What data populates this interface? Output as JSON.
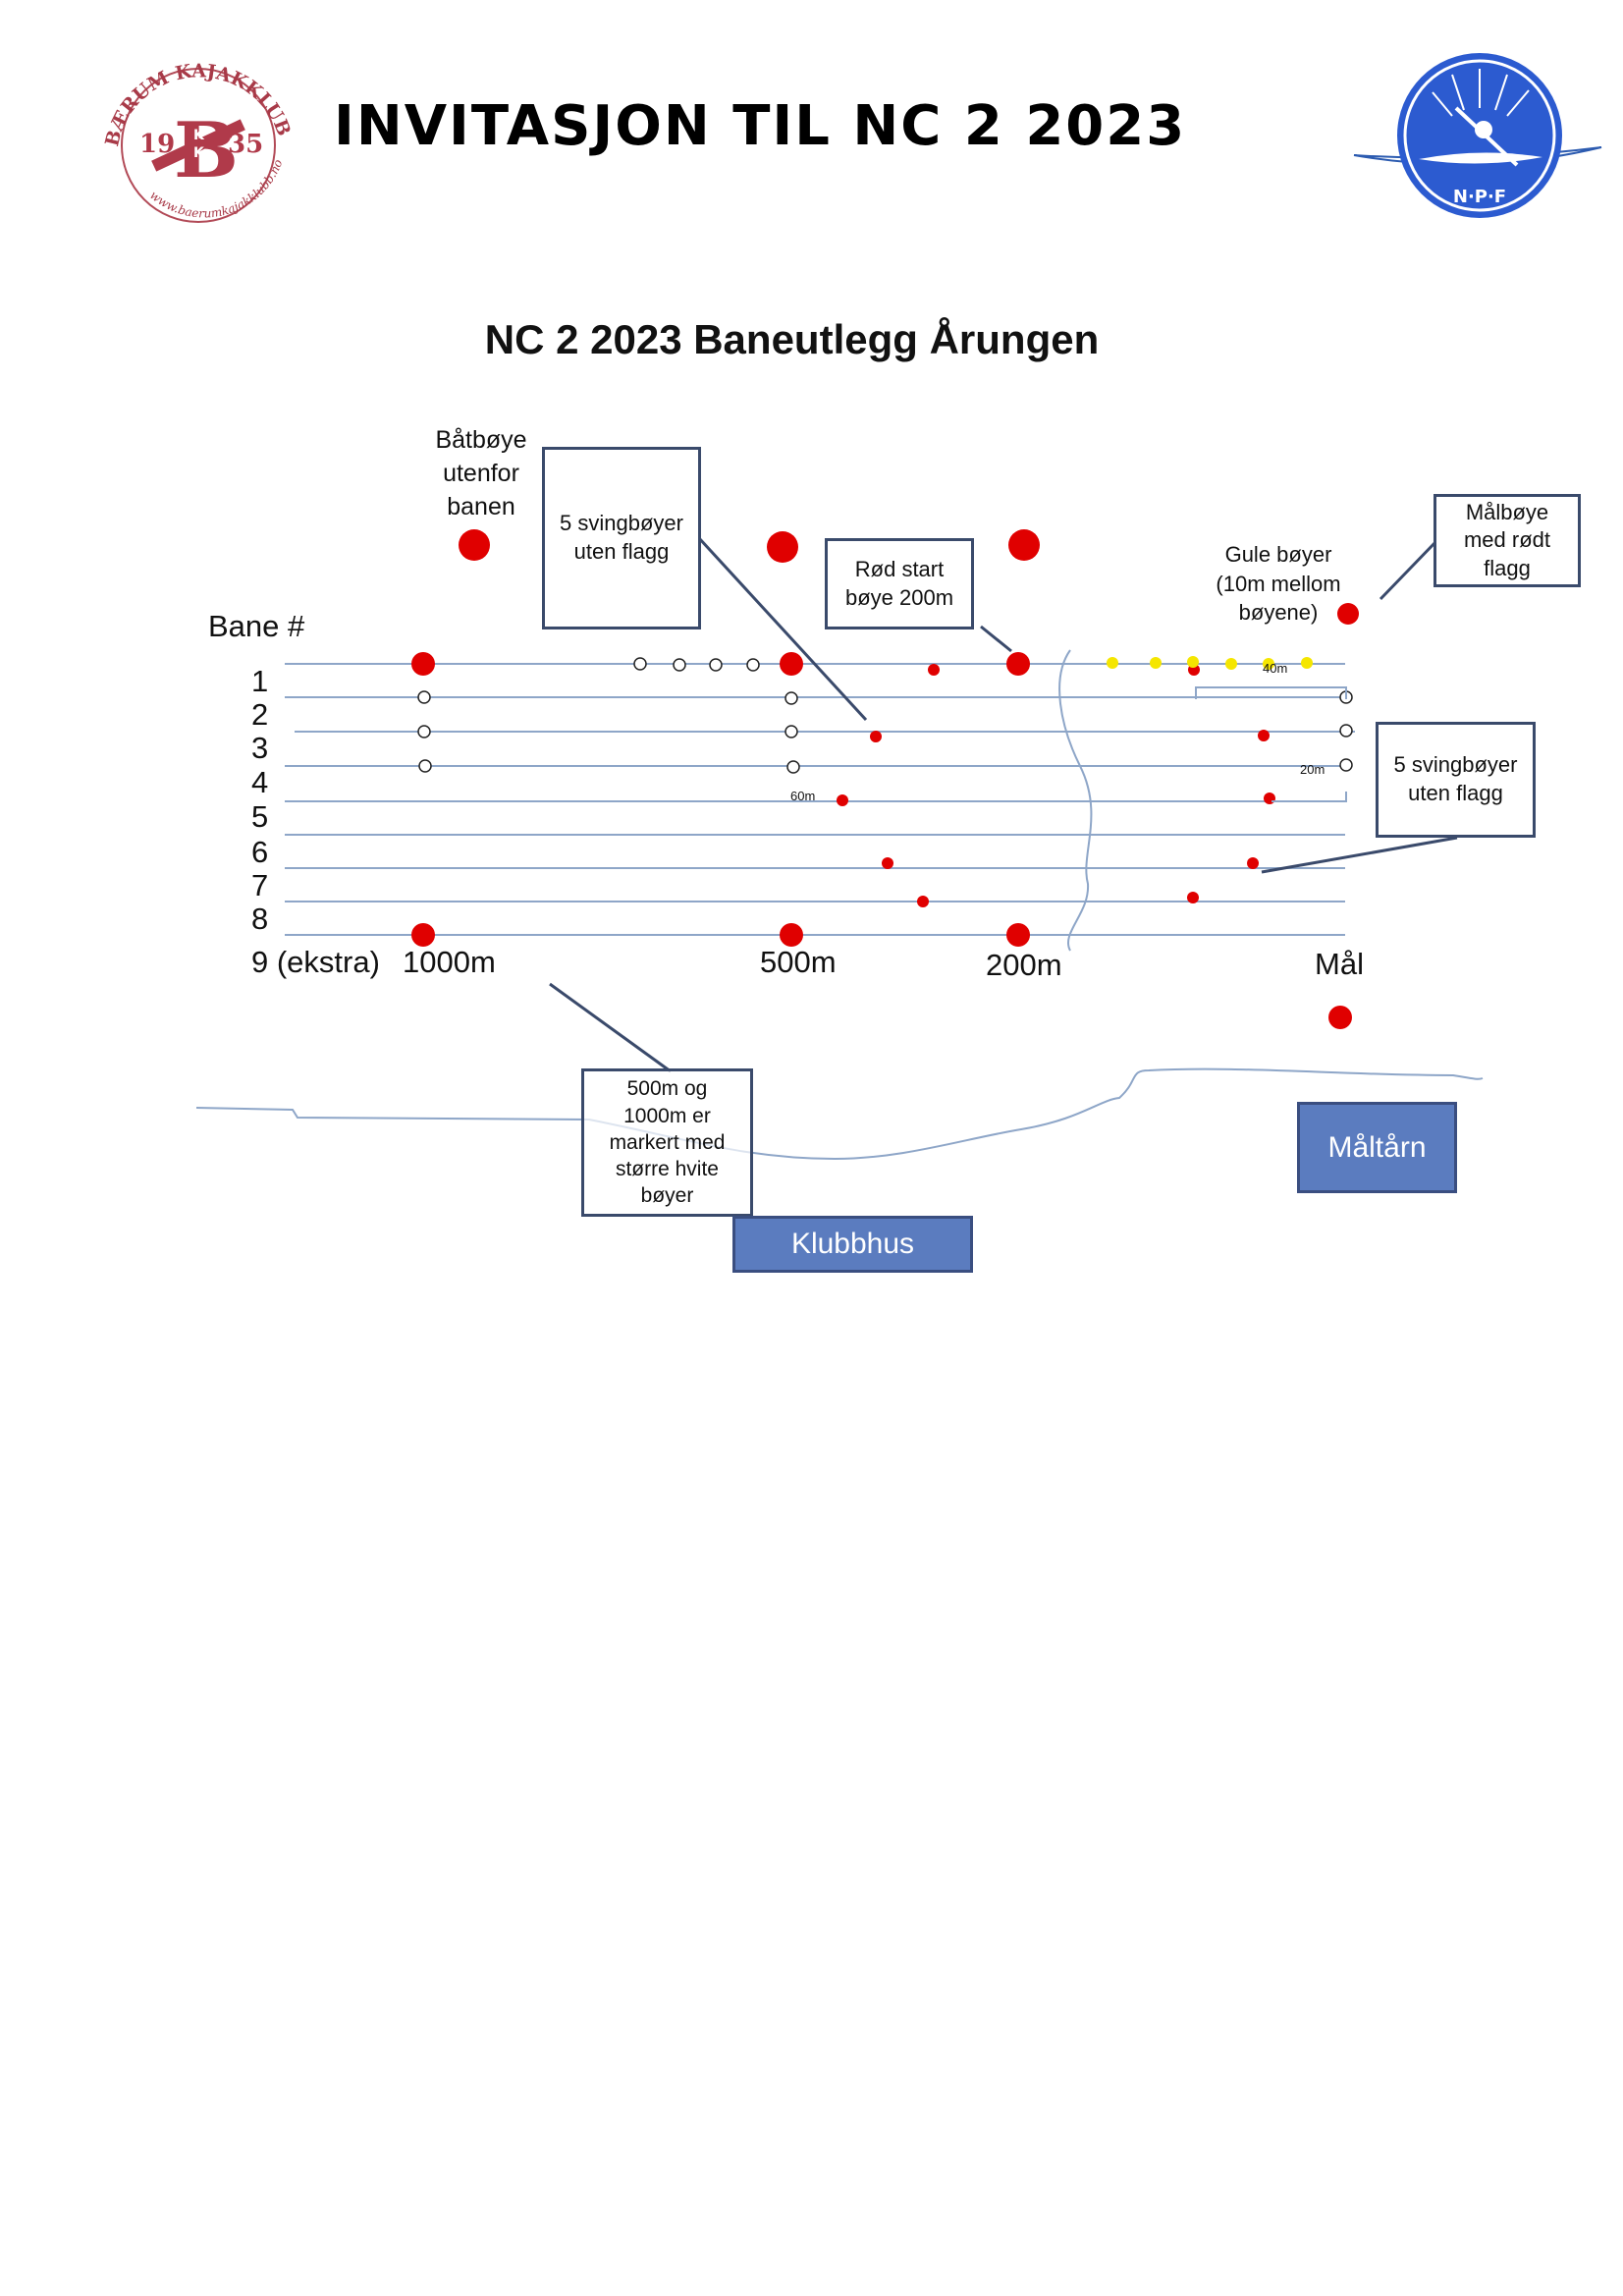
{
  "header": {
    "title": "INVITASJON TIL NC 2 2023",
    "logo_left_text": "BÆRUM KAJAKKLUBB",
    "logo_left_year_a": "19",
    "logo_left_year_b": "35",
    "logo_left_url": "www.baerumkajakklubb.no",
    "logo_right_text": "N·P·F"
  },
  "diagram": {
    "title": "NC 2 2023 Baneutlegg Årungen",
    "lane_heading": "Bane #",
    "lanes": [
      "1",
      "2",
      "3",
      "4",
      "5",
      "6",
      "7",
      "8",
      "9 (ekstra)"
    ],
    "distances": {
      "d1000": "1000m",
      "d500": "500m",
      "d200": "200m",
      "finish": "Mål"
    },
    "labels": {
      "boat_buoy": "Båtbøye\nutenfor\nbanen",
      "yellow_buoys": "Gule bøyer\n(10m mellom\nbøyene)",
      "dim_40": "40m",
      "dim_20": "20m",
      "dim_60": "60m"
    },
    "callouts": {
      "turn_buoys_top": "5 svingbøyer\nuten flagg",
      "red_start": "Rød  start\nbøye 200m",
      "finish_buoy": "Målbøye\nmed rødt\nflagg",
      "turn_buoys_right": "5 svingbøyer\nuten flagg",
      "white_buoys": "500m og\n1000m er\nmarkert med\nstørre hvite\nbøyer"
    },
    "buildings": {
      "clubhouse": "Klubbhus",
      "tower": "Måltårn"
    },
    "colors": {
      "lane_line": "#8ea6c8",
      "buoy_red": "#e00000",
      "buoy_yellow": "#f5e600",
      "callout_border": "#3a4a6b",
      "building": "#5b7cbf"
    }
  }
}
